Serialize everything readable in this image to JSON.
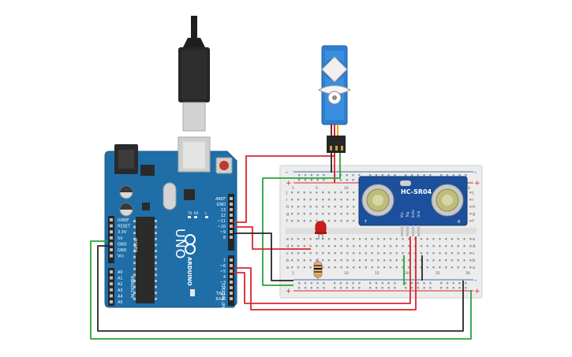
{
  "colors": {
    "arduino_board": "#1f6ea8",
    "breadboard": "#ececec",
    "servo_body": "#2f7fd0",
    "sensor_board": "#1c4f9c",
    "wire_red": "#d9262c",
    "wire_black": "#262626",
    "wire_green": "#2aa33a",
    "led": "#cc1d1d"
  },
  "arduino": {
    "brand": "ARDUINO",
    "model": "UNO",
    "digital_label": "DIGITAL (PWM ~)",
    "analog_label": "ANALOG IN",
    "power_label": "POWER",
    "tx_label": "TX",
    "rx_label": "RX",
    "l_label": "L",
    "digital_pins": [
      "AREF",
      "GND",
      "13",
      "12",
      "~11",
      "~10",
      "~9",
      "8",
      "7",
      "~6",
      "~5",
      "4",
      "~3",
      "2",
      "TX▸1",
      "RX◂0"
    ],
    "power_pins": [
      "IOREF",
      "RESET",
      "3.3V",
      "5V",
      "GND",
      "GND",
      "Vin"
    ],
    "analog_pins": [
      "A0",
      "A1",
      "A2",
      "A3",
      "A4",
      "A5"
    ]
  },
  "sensor": {
    "label": "HC-SR04",
    "pin_labels": [
      "Vcc",
      "Trig",
      "Echo",
      "Gnd"
    ],
    "corner_left": "T",
    "corner_right": "R"
  },
  "breadboard": {
    "rows_top": [
      "j",
      "i",
      "h",
      "g",
      "f"
    ],
    "rows_bottom": [
      "e",
      "d",
      "c",
      "b",
      "a"
    ],
    "col_numbers": [
      "1",
      "5",
      "10",
      "15",
      "20",
      "25",
      "30"
    ],
    "rail_plus": "+",
    "rail_minus": "-"
  }
}
